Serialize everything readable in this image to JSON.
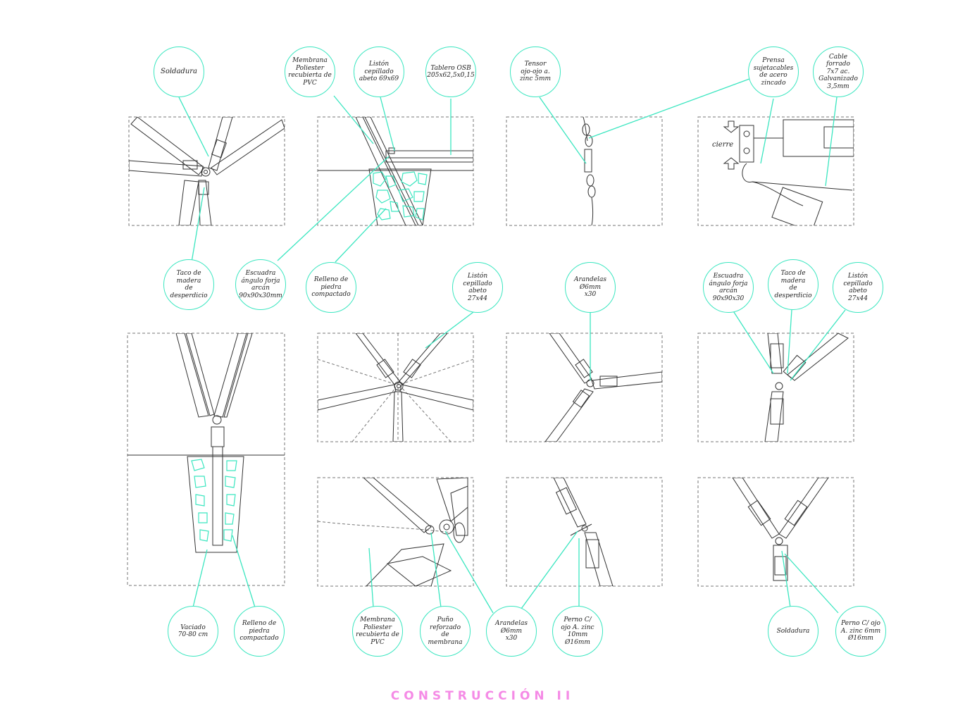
{
  "footer": {
    "title": "CONSTRUCCIÓN II",
    "color": "#f58be6"
  },
  "colors": {
    "accent": "#3be6c0",
    "line": "#333333",
    "frame": "#777777"
  },
  "labels": {
    "soldadura_top": "Soldadura",
    "membrana_top": "Membrana\nPoliester\nrecubierta de\nPVC",
    "liston_69": "Listón\ncepillado\nabeto 69x69",
    "tablero_osb": "Tablero OSB\n205x62,5x0,15",
    "tensor": "Tensor\nojo-ojo a.\nzinc 5mm",
    "prensa": "Prensa\nsujetacables\nde acero\nzincado",
    "cable": "Cable\nforrado\n7x7 ac.\nGalvanizado\n3,5mm",
    "cierre": "cierre",
    "taco_left": "Taco de\nmadera\nde\ndesperdicio",
    "escuadra_left": "Escuadra\nángulo forja\narcán\n90x90x30mm",
    "relleno_top": "Relleno de\npiedra\ncompactado",
    "liston_27_mid": "Listón\ncepillado\nabeto\n27x44",
    "arandelas_mid": "Arandelas\nØ6mm\nx30",
    "escuadra_right": "Escuadra\nángulo forja\narcán\n90x90x30",
    "taco_right": "Taco de\nmadera\nde\ndesperdicio",
    "liston_27_right": "Listón\ncepillado\nabeto\n27x44",
    "vaciado": "Vaciado\n70-80 cm",
    "relleno_bottom": "Relleno de\npiedra\ncompactado",
    "membrana_bottom": "Membrana\nPoliester\nrecubierta de\nPVC",
    "puno": "Puño\nreforzado\nde membrana",
    "arandelas_bottom": "Arandelas\nØ6mm\nx30",
    "perno_10": "Perno C/\nojo A. zinc\n10mm\nØ16mm",
    "soldadura_bottom": "Soldadura",
    "perno_6": "Perno C/ ojo\nA. zinc 6mm\nØ16mm"
  }
}
